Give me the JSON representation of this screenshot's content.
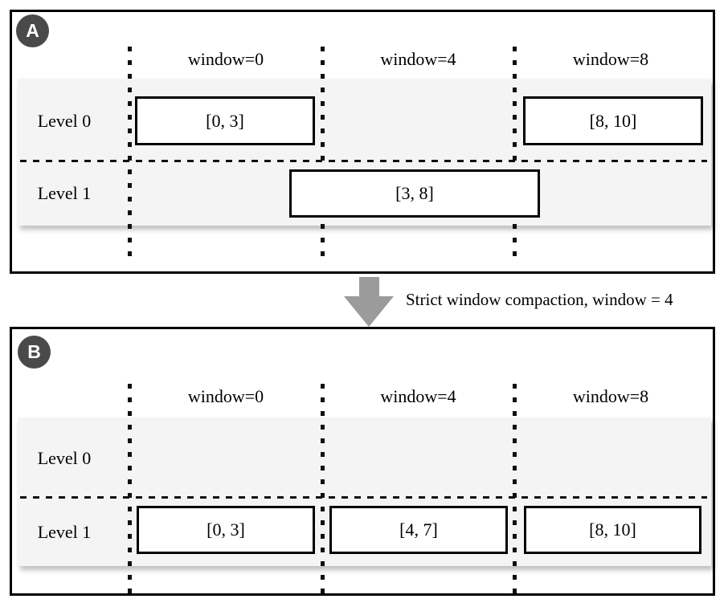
{
  "panel_a": {
    "badge": "A",
    "headers": [
      "window=0",
      "window=4",
      "window=8"
    ],
    "level0_label": "Level 0",
    "level1_label": "Level 1",
    "level0_sstable_w0": "[0, 3]",
    "level0_sstable_w8": "[8, 10]",
    "level1_sstable_straddling": "[3, 8]"
  },
  "transition": {
    "caption": "Strict window compaction, window = 4"
  },
  "panel_b": {
    "badge": "B",
    "headers": [
      "window=0",
      "window=4",
      "window=8"
    ],
    "level0_label": "Level 0",
    "level1_label": "Level 1",
    "level1_sstable_w0": "[0, 3]",
    "level1_sstable_w4": "[4, 7]",
    "level1_sstable_w8": "[8, 10]"
  },
  "colors": {
    "badge_bg": "#4a4a4a",
    "band_bg": "#f4f4f4",
    "arrow_gray": "#9b9b9b",
    "line_black": "#000000"
  }
}
